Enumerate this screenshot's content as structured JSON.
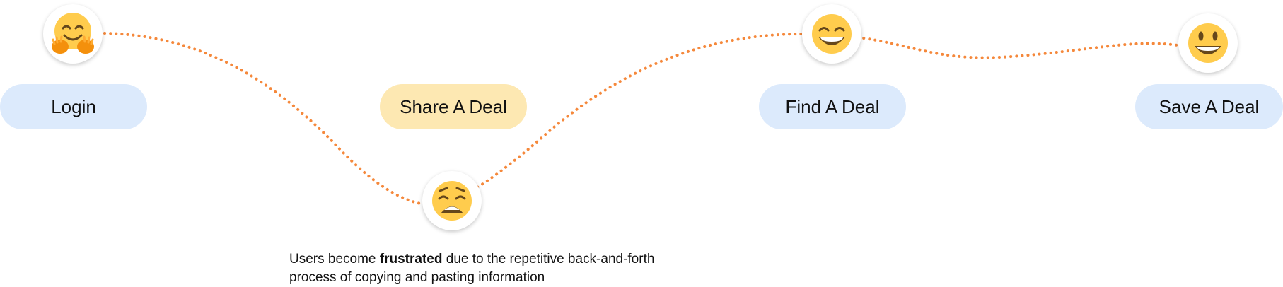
{
  "colors": {
    "path": "#f5883b",
    "pill_blue": "#dceafc",
    "pill_yellow": "#fde8b2",
    "emoji_face": "#ffcc4d",
    "emoji_feature": "#65471b"
  },
  "steps": [
    {
      "label": "Login",
      "emotion": "hugging-face-icon",
      "highlight": false
    },
    {
      "label": "Share A Deal",
      "emotion": "weary-face-icon",
      "highlight": true
    },
    {
      "label": "Find A Deal",
      "emotion": "grinning-face-with-smiling-eyes-icon",
      "highlight": false
    },
    {
      "label": "Save A Deal",
      "emotion": "grinning-face-with-big-eyes-icon",
      "highlight": false
    }
  ],
  "note": {
    "prefix": "Users become ",
    "emphasis": "frustrated",
    "suffix": " due to the repetitive back-and-forth process of copying and pasting information"
  }
}
